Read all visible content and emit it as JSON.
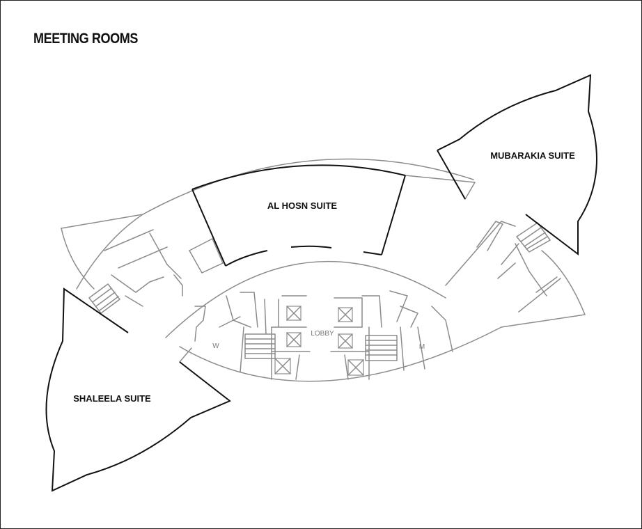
{
  "title": "MEETING ROOMS",
  "rooms": {
    "al_hosn": "AL HOSN SUITE",
    "mubarakia": "MUBARAKIA SUITE",
    "shaleela": "SHALEELA SUITE"
  },
  "labels": {
    "lobby": "LOBBY",
    "women": "W",
    "men": "M"
  }
}
